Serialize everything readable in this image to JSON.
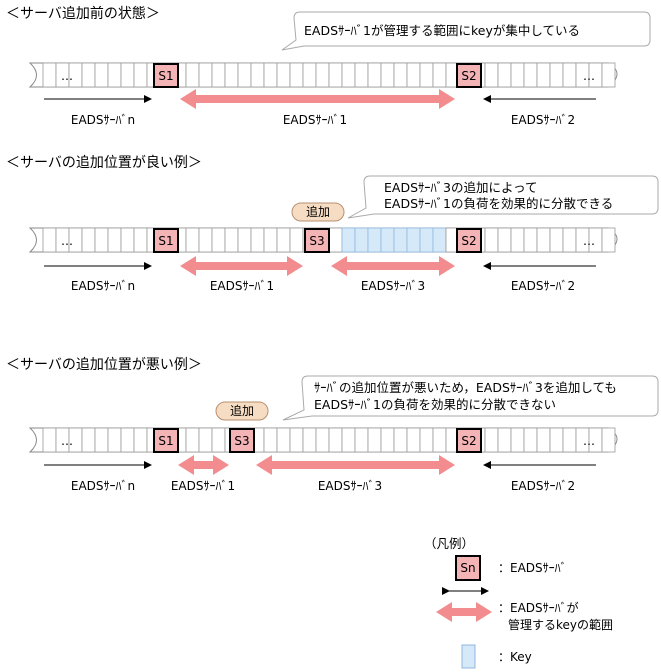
{
  "sections": [
    {
      "heading": "＜サーバ追加前の状態＞",
      "callout": [
        "EADSｻｰﾊﾞ1が管理する範囲にkeyが集中している"
      ],
      "servers": [
        "S1",
        "S2"
      ],
      "ellipsis": "…",
      "ranges": [
        "EADSｻｰﾊﾞn",
        "EADSｻｰﾊﾞ1",
        "EADSｻｰﾊﾞ2"
      ]
    },
    {
      "heading": "＜サーバの追加位置が良い例＞",
      "callout": [
        "EADSｻｰﾊﾞ3の追加によって",
        "EADSｻｰﾊﾞ1の負荷を効果的に分散できる"
      ],
      "add_label": "追加",
      "servers": [
        "S1",
        "S3",
        "S2"
      ],
      "ellipsis": "…",
      "ranges": [
        "EADSｻｰﾊﾞn",
        "EADSｻｰﾊﾞ1",
        "EADSｻｰﾊﾞ3",
        "EADSｻｰﾊﾞ2"
      ]
    },
    {
      "heading": "＜サーバの追加位置が悪い例＞",
      "callout": [
        "ｻｰﾊﾞの追加位置が悪いため，EADSｻｰﾊﾞ3を追加しても",
        "EADSｻｰﾊﾞ1の負荷を効果的に分散できない"
      ],
      "add_label": "追加",
      "servers": [
        "S1",
        "S3",
        "S2"
      ],
      "ellipsis": "…",
      "ranges": [
        "EADSｻｰﾊﾞn",
        "EADSｻｰﾊﾞ1",
        "EADSｻｰﾊﾞ3",
        "EADSｻｰﾊﾞ2"
      ]
    }
  ],
  "legend": {
    "title": "（凡例）",
    "server_symbol": "Sn",
    "server_desc": "：EADSｻｰﾊﾞ",
    "range_desc": [
      "：EADSｻｰﾊﾞが",
      "管理するkeyの範囲"
    ],
    "key_desc": "：Key"
  },
  "colors": {
    "server_fill": "#f4b3b5",
    "arrow": "#f28c8f",
    "key_fill": "#d6e9f8",
    "key_stroke": "#8fb8de",
    "add_badge": "#f5dcc2"
  }
}
